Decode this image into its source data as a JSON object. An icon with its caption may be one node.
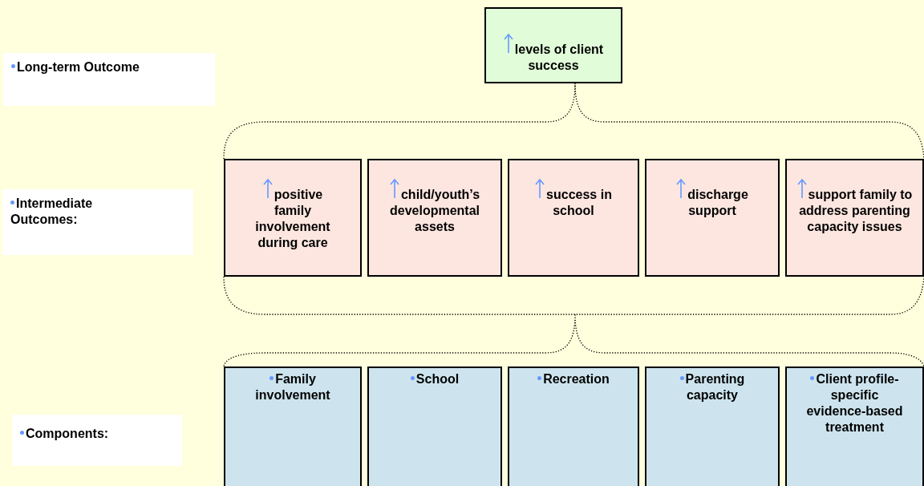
{
  "diagram": {
    "nodes": [
      {
        "text": [
          "Long-term Outcome"
        ]
      },
      {
        "text": [
          "levels of client success"
        ]
      },
      {
        "text": [
          "Intermediate Outcomes:"
        ]
      },
      {
        "text": [
          "positive family involvement during care"
        ]
      },
      {
        "text": [
          "child/youth’s developmental assets"
        ]
      },
      {
        "text": [
          "success in school"
        ]
      },
      {
        "text": [
          "discharge support"
        ]
      },
      {
        "text": [
          "support family to address parenting capacity issues"
        ]
      },
      {
        "text": [
          "Components:"
        ]
      },
      {
        "text": [
          "Family involvement"
        ]
      },
      {
        "text": [
          "School"
        ]
      },
      {
        "text": [
          "Recreation"
        ]
      },
      {
        "text": [
          "Parenting capacity"
        ]
      },
      {
        "text": [
          "Client profile-specific evidence-based treatment"
        ]
      }
    ]
  }
}
